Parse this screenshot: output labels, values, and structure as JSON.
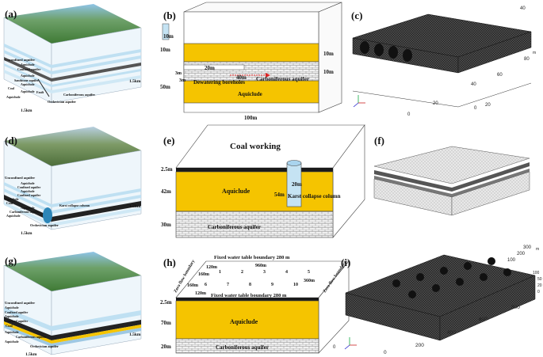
{
  "panels": {
    "a": {
      "label": "(a)",
      "layers": [
        "Unconfined aquifer",
        "Aquiclude",
        "Confined aquifer",
        "Aquiclude",
        "Sandstone aquifer",
        "Aquiclude",
        "Coal",
        "Aquiclude",
        "Carboniferous aquifer",
        "Fault",
        "Aquiclude",
        "Ordovician aquifer"
      ],
      "dim_right": "1.5km",
      "dim_bottom": "1.5km"
    },
    "b": {
      "label": "(b)",
      "dims": [
        "10m",
        "10m",
        "10m",
        "10m",
        "50m",
        "3m",
        "3m",
        "20m",
        "40m",
        "100m"
      ],
      "labels": [
        "Dewatering boreholes",
        "Carboniferous aquifer",
        "Aquiclude"
      ]
    },
    "c": {
      "label": "(c)",
      "ticks_x": [
        "0",
        "20",
        "40",
        "60",
        "80"
      ],
      "ticks_y": [
        "0",
        "20",
        "40"
      ],
      "unit": "m"
    },
    "d": {
      "label": "(d)",
      "layers": [
        "Unconfined aquifer",
        "Aquiclude",
        "Confined aquifer",
        "Aquiclude",
        "Confined aquifer",
        "Aquiclude",
        "Coal",
        "Karst collapse column",
        "Aquiclude",
        "Carboniferous aquifer",
        "Aquiclude",
        "Ordovician aquifer"
      ],
      "dim_right": "1.5km",
      "dim_bottom": "1.5km"
    },
    "e": {
      "label": "(e)",
      "title": "Coal working",
      "dims": [
        "2.5m",
        "42m",
        "30m",
        "54m",
        "20m"
      ],
      "labels": [
        "Aquiclude",
        "Karst collapse column",
        "Carboniferous aquifer"
      ]
    },
    "f": {
      "label": "(f)"
    },
    "g": {
      "label": "(g)",
      "layers": [
        "Unconfined aquifer",
        "Aquiclude",
        "Confined aquifer",
        "Aquiclude",
        "Confined aquifer",
        "Coal",
        "Aquiclude",
        "Carboniferous aquifer",
        "Aquiclude",
        "Ordovician aquifer"
      ],
      "dim_right": "1.5km",
      "dim_bottom": "1.5km"
    },
    "h": {
      "label": "(h)",
      "top_boundary": "Fixed water table boundary 280 m",
      "mid_boundary": "Fixed water table boundary 280 m",
      "zero_flux_left": "Zero flow boundary",
      "zero_flux_right": "Zero flow boundary",
      "dims": [
        "120m",
        "960m",
        "160m",
        "160m",
        "120m",
        "360m",
        "2.5m",
        "70m",
        "20m"
      ],
      "borehole_numbers": [
        "1",
        "2",
        "3",
        "4",
        "5",
        "6",
        "7",
        "8",
        "9",
        "10"
      ],
      "labels": [
        "Aquiclude",
        "Carboniferous aquifer"
      ]
    },
    "i": {
      "label": "(i)",
      "ticks_x": [
        "0",
        "200",
        "400",
        "600",
        "800"
      ],
      "ticks_y": [
        "0",
        "100",
        "200",
        "300"
      ],
      "ticks_z": [
        "0",
        "20",
        "50",
        "100"
      ],
      "unit": "m"
    }
  },
  "colors": {
    "aquiclude": "#f5c400",
    "aquifer_blue": "#c5e3f3",
    "coal": "#1a1a1a",
    "mesh": "#3a3a3a"
  }
}
